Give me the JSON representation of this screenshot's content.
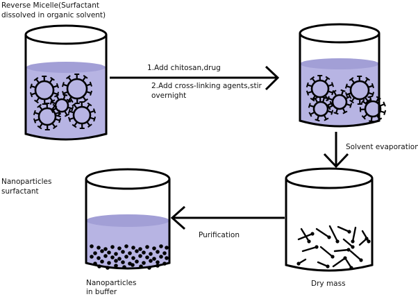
{
  "labels": {
    "reverse_micelle_line1": "Reverse Micelle(Surfactant",
    "reverse_micelle_line2": "dissolved in organic solvent)",
    "step1": "1.Add chitosan,drug",
    "step2_line1": "2.Add cross-linking agents,stir",
    "step2_line2": "overnight",
    "solvent_evaporation": "Solvent evaporation",
    "nanoparticles_surfactant_line1": "Nanoparticles",
    "nanoparticles_surfactant_line2": "surfactant",
    "purification": "Purification",
    "nanoparticles_buffer_line1": "Nanoparticles",
    "nanoparticles_buffer_line2": "in buffer",
    "dry_mass": "Dry mass"
  },
  "colors": {
    "liquid": "#b7b4e3",
    "liquid_surface": "#a29fd6",
    "outline": "#000000"
  }
}
